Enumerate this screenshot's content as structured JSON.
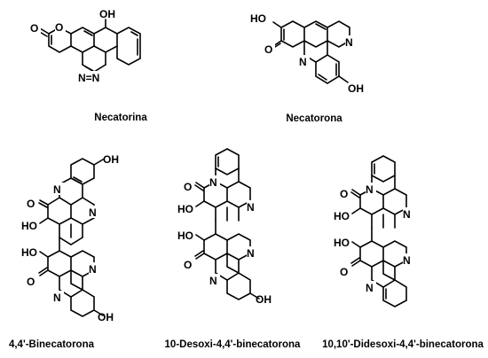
{
  "captions": {
    "necatorina": "Necatorina",
    "necatorona": "Necatorona",
    "binecatorona": "4,4'-Binecatorona",
    "desoxi": "10-Desoxi-4,4'-binecatorona",
    "didesoxi": "10,10'-Didesoxi-4,4'-binecatorona"
  },
  "atoms": {
    "o": "O",
    "oh": "OH",
    "ho": "HO",
    "n": "N",
    "nn": "N=N"
  }
}
